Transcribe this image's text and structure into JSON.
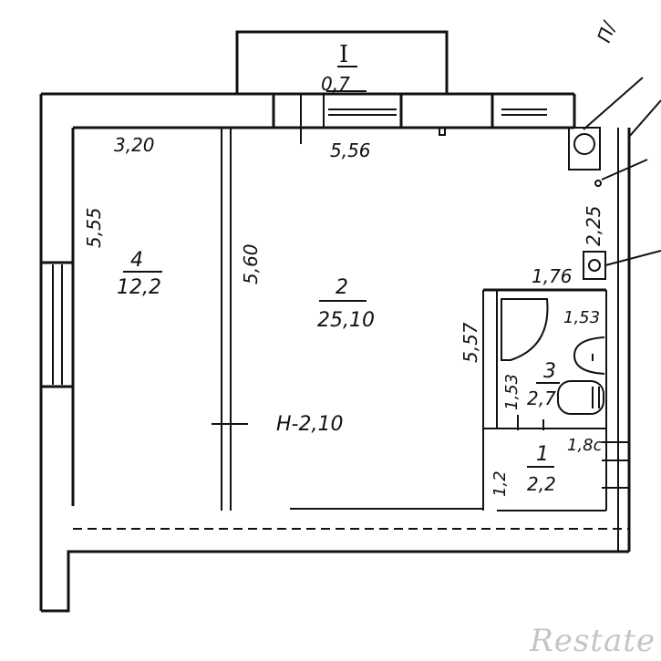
{
  "rooms": {
    "balcony": {
      "number": "I",
      "area": "0,7"
    },
    "room4": {
      "number": "4",
      "area": "12,2"
    },
    "room2": {
      "number": "2",
      "area": "25,10"
    },
    "room3": {
      "number": "3",
      "area": "2,7"
    },
    "room1": {
      "number": "1",
      "area": "2,2"
    }
  },
  "dimensions": {
    "room4_width": "3,20",
    "room4_length": "5,55",
    "room2_width": "5,56",
    "room2_length": "5,60",
    "bath_length": "5,57",
    "right_strip": "2,25",
    "bath_width": "1,76",
    "bath_depth_a": "1,53",
    "bath_depth_b": "1,53",
    "hall_width": "1,8c",
    "hall_depth": "1,2"
  },
  "ceiling_height": "H-2,10",
  "annotation_mark": "П/",
  "watermark": "Restate",
  "colors": {
    "line": "#111111",
    "paper": "#ffffff",
    "watermark": "#969696"
  }
}
